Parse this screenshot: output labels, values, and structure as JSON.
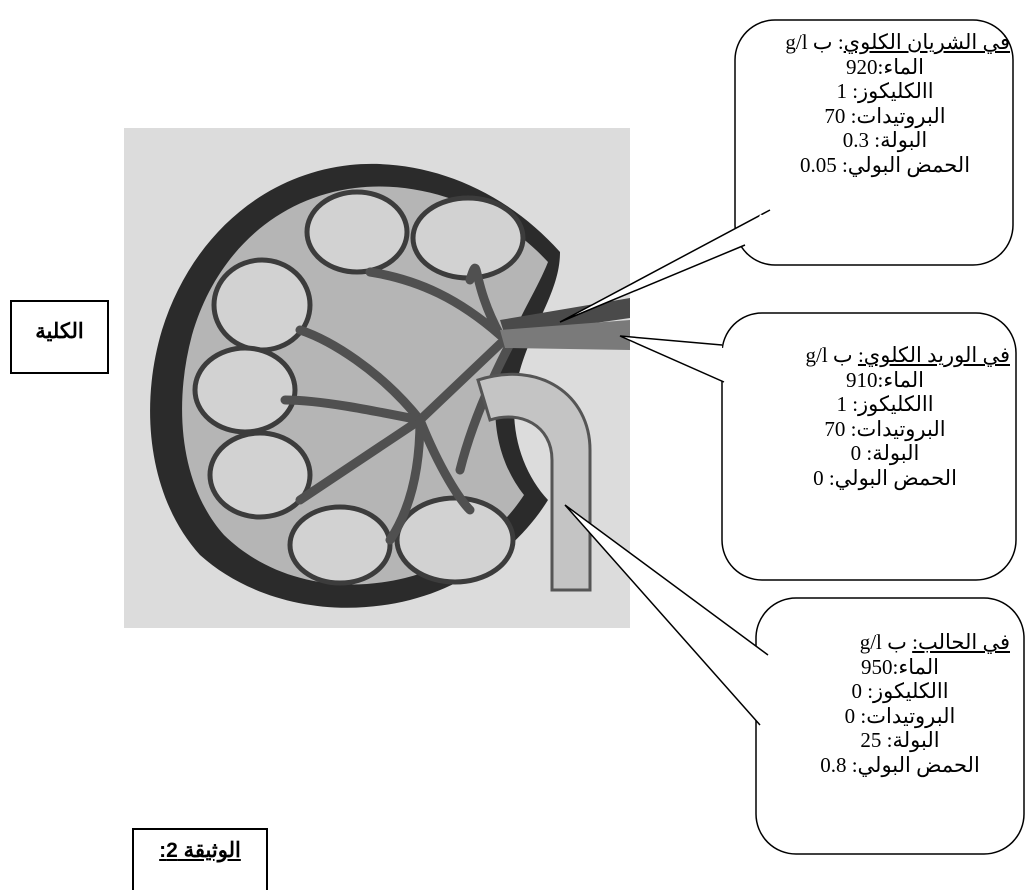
{
  "labels": {
    "kidney": "الكلية",
    "document": "الوثيقة 2:"
  },
  "callouts": {
    "artery": {
      "header_underlined": "في الشريان الكلوي",
      "header_rest": ": ب g/l",
      "lines": [
        "الماء:920",
        "االكليكوز: 1",
        "البروتيدات: 70",
        "البولة: 0.3",
        "الحمض البولي: 0.05"
      ]
    },
    "vein": {
      "header_underlined": "في الوريد الكلوي:",
      "header_rest": " ب g/l",
      "lines": [
        "الماء:910",
        "االكليكوز: 1",
        "البروتيدات: 70",
        "البولة: 0",
        "الحمض البولي:  0"
      ]
    },
    "ureter": {
      "header_underlined": "في الحالب:",
      "header_rest": " ب g/l",
      "lines": [
        "الماء:950",
        "االكليكوز: 0",
        "البروتيدات: 0",
        "البولة: 25",
        "الحمض البولي: 0.8"
      ]
    }
  },
  "colors": {
    "panel": "#dcdcdc",
    "outer": "#2b2b2b",
    "tissue": "#b5b5b5",
    "lobe": "#d2d2d2",
    "vessel": "#505050",
    "ureter": "#c4c4c4"
  }
}
